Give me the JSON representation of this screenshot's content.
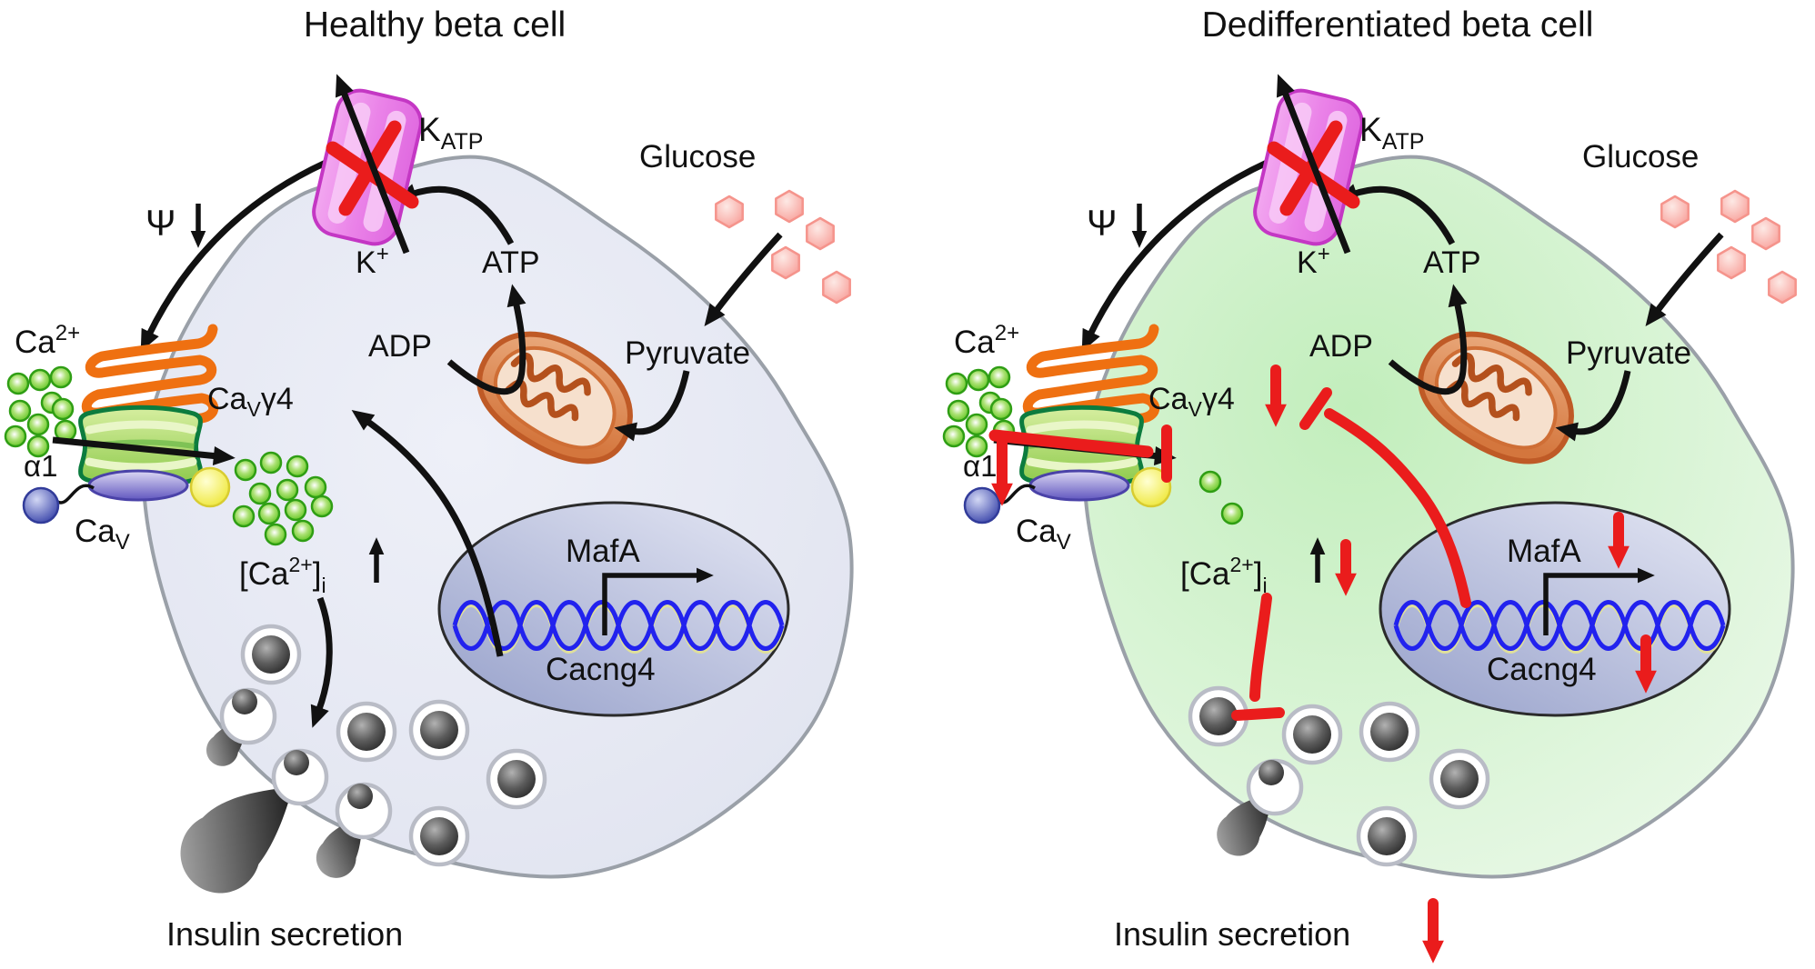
{
  "figure_type": "beta cell signaling pathway diagram",
  "titles": {
    "healthy": "Healthy beta cell",
    "dediff": "Dedifferentiated beta cell"
  },
  "labels": {
    "katp": {
      "base": "K",
      "sub": "ATP"
    },
    "k_ion": {
      "base": "K",
      "sup": "+"
    },
    "atp": "ATP",
    "adp": "ADP",
    "glucose": "Glucose",
    "pyruvate": "Pyruvate",
    "psi": "Ψ",
    "ca_ion": {
      "base": "Ca",
      "sup": "2+"
    },
    "cav_gamma4": {
      "base": "Ca",
      "sub": "V",
      "tail": "γ4"
    },
    "alpha1": "α1",
    "cav": {
      "base": "Ca",
      "sub": "V"
    },
    "ca_intracellular": {
      "pre": "[Ca",
      "sup": "2+",
      "post": "]",
      "sub": "i"
    },
    "mafa": "MafA",
    "cacng4": "Cacng4",
    "insulin_secretion": "Insulin secretion"
  },
  "colors": {
    "katp_magenta": "#cc2fd4",
    "inhibit_red": "#ea1c1c",
    "cavgamma_orange": "#ef7011",
    "alpha1_green": "#0e8a3a",
    "dna_blue": "#2222ee",
    "healthy_cell_fill": "#e7e9f4",
    "dediff_cell_fill": "#c9efc4",
    "membrane_gray": "#9aa0a8",
    "mitochondria_orange": "#cf6e35",
    "nucleus_fill": "#aeb5d8",
    "granule_gray": "#3a3a3a",
    "calcium_dot_green": "#5cc41c",
    "glucose_hex_pink": "#f8a79e"
  },
  "annotations_dedifferentiated": [
    "KATP channel crossed out (closed) in both cells",
    "red down arrow at alpha1 / CaV channel",
    "red T-bar inhibition across CaV channel",
    "red down arrow beside CaVγ4",
    "red T-bar from nucleus DNA toward CaVγ4",
    "red down arrow beside MafA",
    "red down arrow beside Cacng4",
    "red down arrow beside [Ca2+]i",
    "red T-bar blocking insulin granules",
    "red down arrow beside Insulin secretion"
  ]
}
